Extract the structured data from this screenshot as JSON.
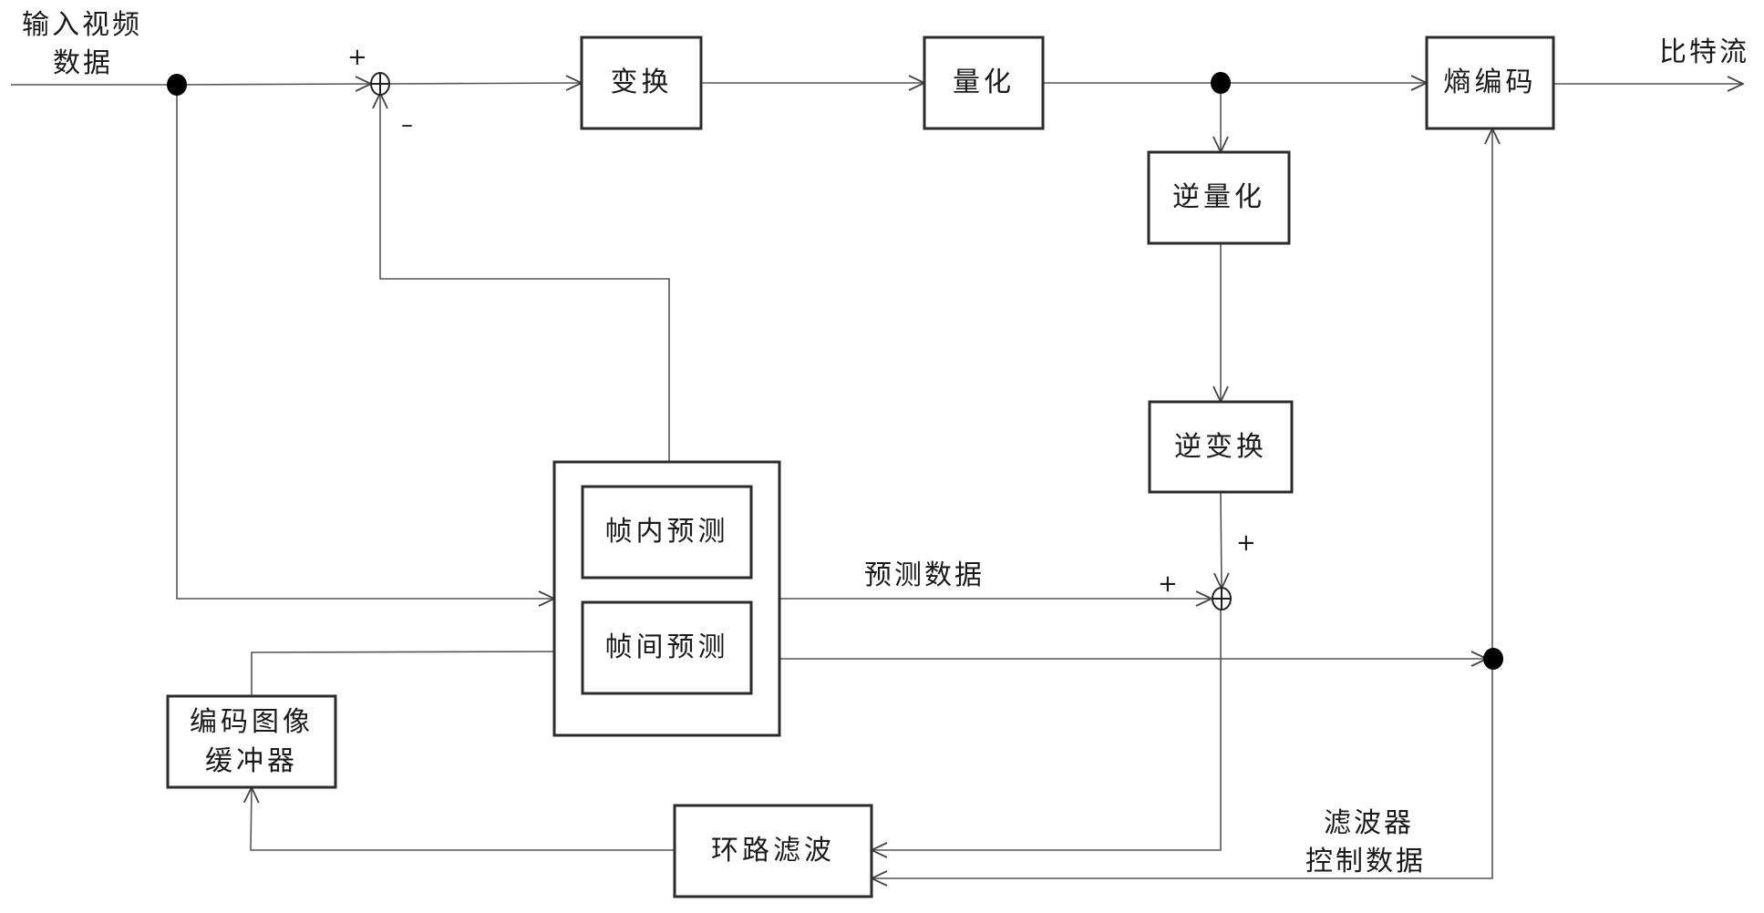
{
  "diagram": {
    "title": "视频编码器框图",
    "inputs": {
      "video_input_line1": "输入视频",
      "video_input_line2": "数据"
    },
    "output_label": "比特流",
    "blocks": {
      "transform": "变换",
      "quantize": "量化",
      "entropy_coding": "熵编码",
      "inverse_quantize": "逆量化",
      "inverse_transform": "逆变换",
      "intra_prediction": "帧内预测",
      "inter_prediction": "帧间预测",
      "buffer_line1": "编码图像",
      "buffer_line2": "缓冲器",
      "loop_filter": "环路滤波"
    },
    "edge_labels": {
      "prediction_data": "预测数据",
      "filter_control_line1": "滤波器",
      "filter_control_line2": "控制数据"
    },
    "signs": {
      "sum1_plus": "+",
      "sum1_minus": "–",
      "sum2_plus_top": "+",
      "sum2_plus_left": "+"
    },
    "edges": [
      {
        "from": "input",
        "to": "sum1",
        "sign": "+"
      },
      {
        "from": "sum1",
        "to": "transform"
      },
      {
        "from": "transform",
        "to": "quantize"
      },
      {
        "from": "quantize",
        "to": "entropy_coding"
      },
      {
        "from": "quantize",
        "to": "inverse_quantize"
      },
      {
        "from": "entropy_coding",
        "to": "bitstream"
      },
      {
        "from": "inverse_quantize",
        "to": "inverse_transform"
      },
      {
        "from": "inverse_transform",
        "to": "sum2",
        "sign": "+"
      },
      {
        "from": "prediction",
        "to": "sum1",
        "sign": "-"
      },
      {
        "from": "input",
        "to": "prediction"
      },
      {
        "from": "prediction",
        "to": "sum2",
        "label": "预测数据",
        "sign": "+"
      },
      {
        "from": "inter_prediction",
        "to": "junction3"
      },
      {
        "from": "junction3",
        "to": "entropy_coding"
      },
      {
        "from": "junction3",
        "to": "loop_filter",
        "label": "滤波器控制数据"
      },
      {
        "from": "sum2",
        "to": "loop_filter"
      },
      {
        "from": "loop_filter",
        "to": "buffer"
      },
      {
        "from": "buffer",
        "to": "inter_prediction"
      }
    ]
  }
}
